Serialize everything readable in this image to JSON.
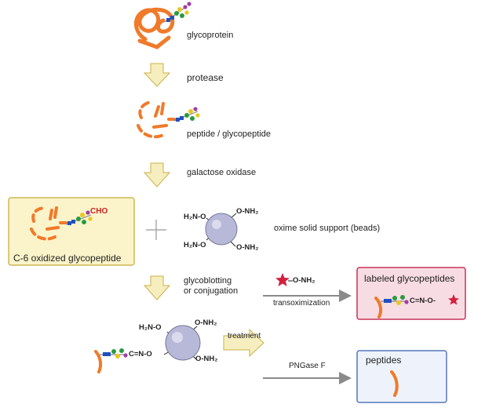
{
  "labels": {
    "glycoprotein": "glycoprotein",
    "protease": "protease",
    "peptide": "peptide / glycopeptide",
    "galactose_oxidase": "galactose oxidase",
    "cho": "CHO",
    "oxidized": "C-6 oxidized glycopeptide",
    "beads": "oxime solid support (beads)",
    "glycoblotting_1": "glycoblotting",
    "glycoblotting_2": "or conjugation",
    "transoximization": "transoximization",
    "labeled_title": "labeled glycopeptides",
    "treatment": "treatment",
    "pngase": "PNGase F",
    "peptides_title": "peptides"
  },
  "chem": {
    "h2no": "H₂N-O",
    "onh2": "O-NH₂",
    "reagent": "O-NH₂",
    "oxime": "C=N-O",
    "oxime_label": "C=N-O-",
    "bead_bond": "C=N-O"
  },
  "colors": {
    "peptide": "#f07a2a",
    "arrow_fill": "#f6eebe",
    "arrow_stroke": "#c9b24a",
    "bead": "#b8b8d8",
    "yellow_box_bg": "#fbf3c9",
    "yellow_box_border": "#cdb855",
    "pink_box_bg": "#f8dce3",
    "pink_box_border": "#c8335a",
    "blue_box_bg": "#eef3fb",
    "blue_box_border": "#5577bb",
    "cho": "#cc2222",
    "star": "#d42040"
  }
}
